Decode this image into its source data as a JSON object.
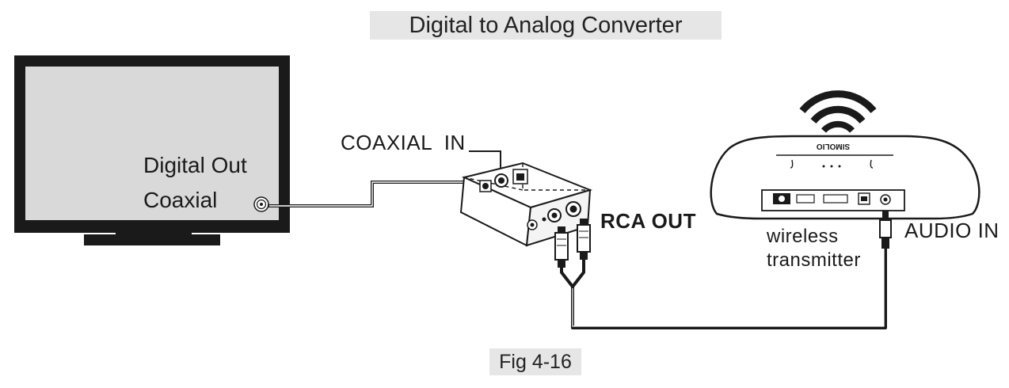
{
  "title": "Digital to Analog Converter",
  "figure_label": "Fig 4-16",
  "tv": {
    "line1": "Digital Out",
    "line2": "Coaxial"
  },
  "converter": {
    "coaxial_in": "COAXIAL  IN",
    "rca_out": "RCA OUT"
  },
  "transmitter": {
    "line1": "wireless",
    "line2": "transmitter",
    "audio_in": "AUDIO IN",
    "brand": "SIMOLIO"
  },
  "icons": [
    "television",
    "dac-converter-box",
    "wireless-transmitter",
    "wifi-signal",
    "rca-plugs",
    "3.5mm-audio-plug",
    "coaxial-port"
  ],
  "colors": {
    "line": "#1a1a1a",
    "screen": "#d9d9d9",
    "label_bg": "#e6e6e6"
  }
}
